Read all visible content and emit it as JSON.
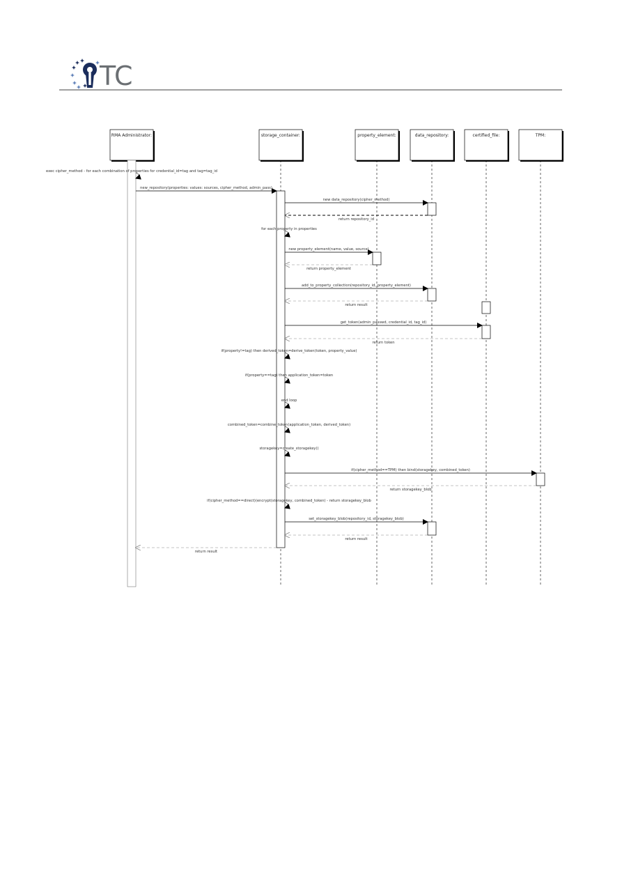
{
  "logo": {
    "text": "TC",
    "colors": {
      "dark": "#1b2d5c",
      "light": "#5d7fb8",
      "grey": "#6b6f73"
    }
  },
  "lifelines": [
    {
      "id": "rma",
      "label": "RMA Administrator:"
    },
    {
      "id": "storage",
      "label": "storage_container:"
    },
    {
      "id": "property",
      "label": "property_element:"
    },
    {
      "id": "repo",
      "label": "data_repository:"
    },
    {
      "id": "certfile",
      "label": "certified_file:"
    },
    {
      "id": "tpm",
      "label": "TPM:"
    }
  ],
  "messages": [
    {
      "from": "rma",
      "to": "rma",
      "kind": "self",
      "label": "exec cipher_method - for each combination of properties for credential_id=tag and tag=tag_id"
    },
    {
      "from": "rma",
      "to": "storage",
      "kind": "call",
      "label": "new_repository(properties: values: sources, cipher_method, admin_pass)"
    },
    {
      "from": "storage",
      "to": "repo",
      "kind": "call",
      "label": "new data_repository(cipher_method)"
    },
    {
      "from": "repo",
      "to": "storage",
      "kind": "return-strong",
      "label": "return repository_id"
    },
    {
      "from": "storage",
      "to": "storage",
      "kind": "self",
      "label": "for each property in properties"
    },
    {
      "from": "storage",
      "to": "property",
      "kind": "call",
      "label": "new property_element(name, value, source)"
    },
    {
      "from": "property",
      "to": "storage",
      "kind": "return",
      "label": "return property_element"
    },
    {
      "from": "storage",
      "to": "repo",
      "kind": "call",
      "label": "add_to_property_collection(repository_id, property_element)"
    },
    {
      "from": "repo",
      "to": "storage",
      "kind": "return",
      "label": "return result"
    },
    {
      "from": "storage",
      "to": "certfile",
      "kind": "call",
      "label": "get_token(admin_passwd, credential_id, tag_id)"
    },
    {
      "from": "certfile",
      "to": "storage",
      "kind": "return",
      "label": "return token"
    },
    {
      "from": "storage",
      "to": "storage",
      "kind": "self",
      "label": "if(property!=tag) then derived_token=derive_token(token, property_value)"
    },
    {
      "from": "storage",
      "to": "storage",
      "kind": "self",
      "label": "if(property==tag) then application_token=token"
    },
    {
      "from": "storage",
      "to": "storage",
      "kind": "self",
      "label": "end loop"
    },
    {
      "from": "storage",
      "to": "storage",
      "kind": "self",
      "label": "combined_token=combine_token(application_token, derived_token)"
    },
    {
      "from": "storage",
      "to": "storage",
      "kind": "self",
      "label": "storagekey=create_storagekey()"
    },
    {
      "from": "storage",
      "to": "tpm",
      "kind": "call",
      "label": "if(cipher_method==TPM) then bind(storagekey, combined_token)"
    },
    {
      "from": "tpm",
      "to": "storage",
      "kind": "return",
      "label": "return storagekey_blob"
    },
    {
      "from": "storage",
      "to": "storage",
      "kind": "self",
      "label": "if(cipher_method==direct)(encrypt(storagekey, combined_token) - return storagekey_blob"
    },
    {
      "from": "storage",
      "to": "repo",
      "kind": "call",
      "label": "set_storagekey_blob(repository_id, storagekey_blob)"
    },
    {
      "from": "repo",
      "to": "storage",
      "kind": "return",
      "label": "return result"
    },
    {
      "from": "storage",
      "to": "rma",
      "kind": "return",
      "label": "return result"
    }
  ]
}
